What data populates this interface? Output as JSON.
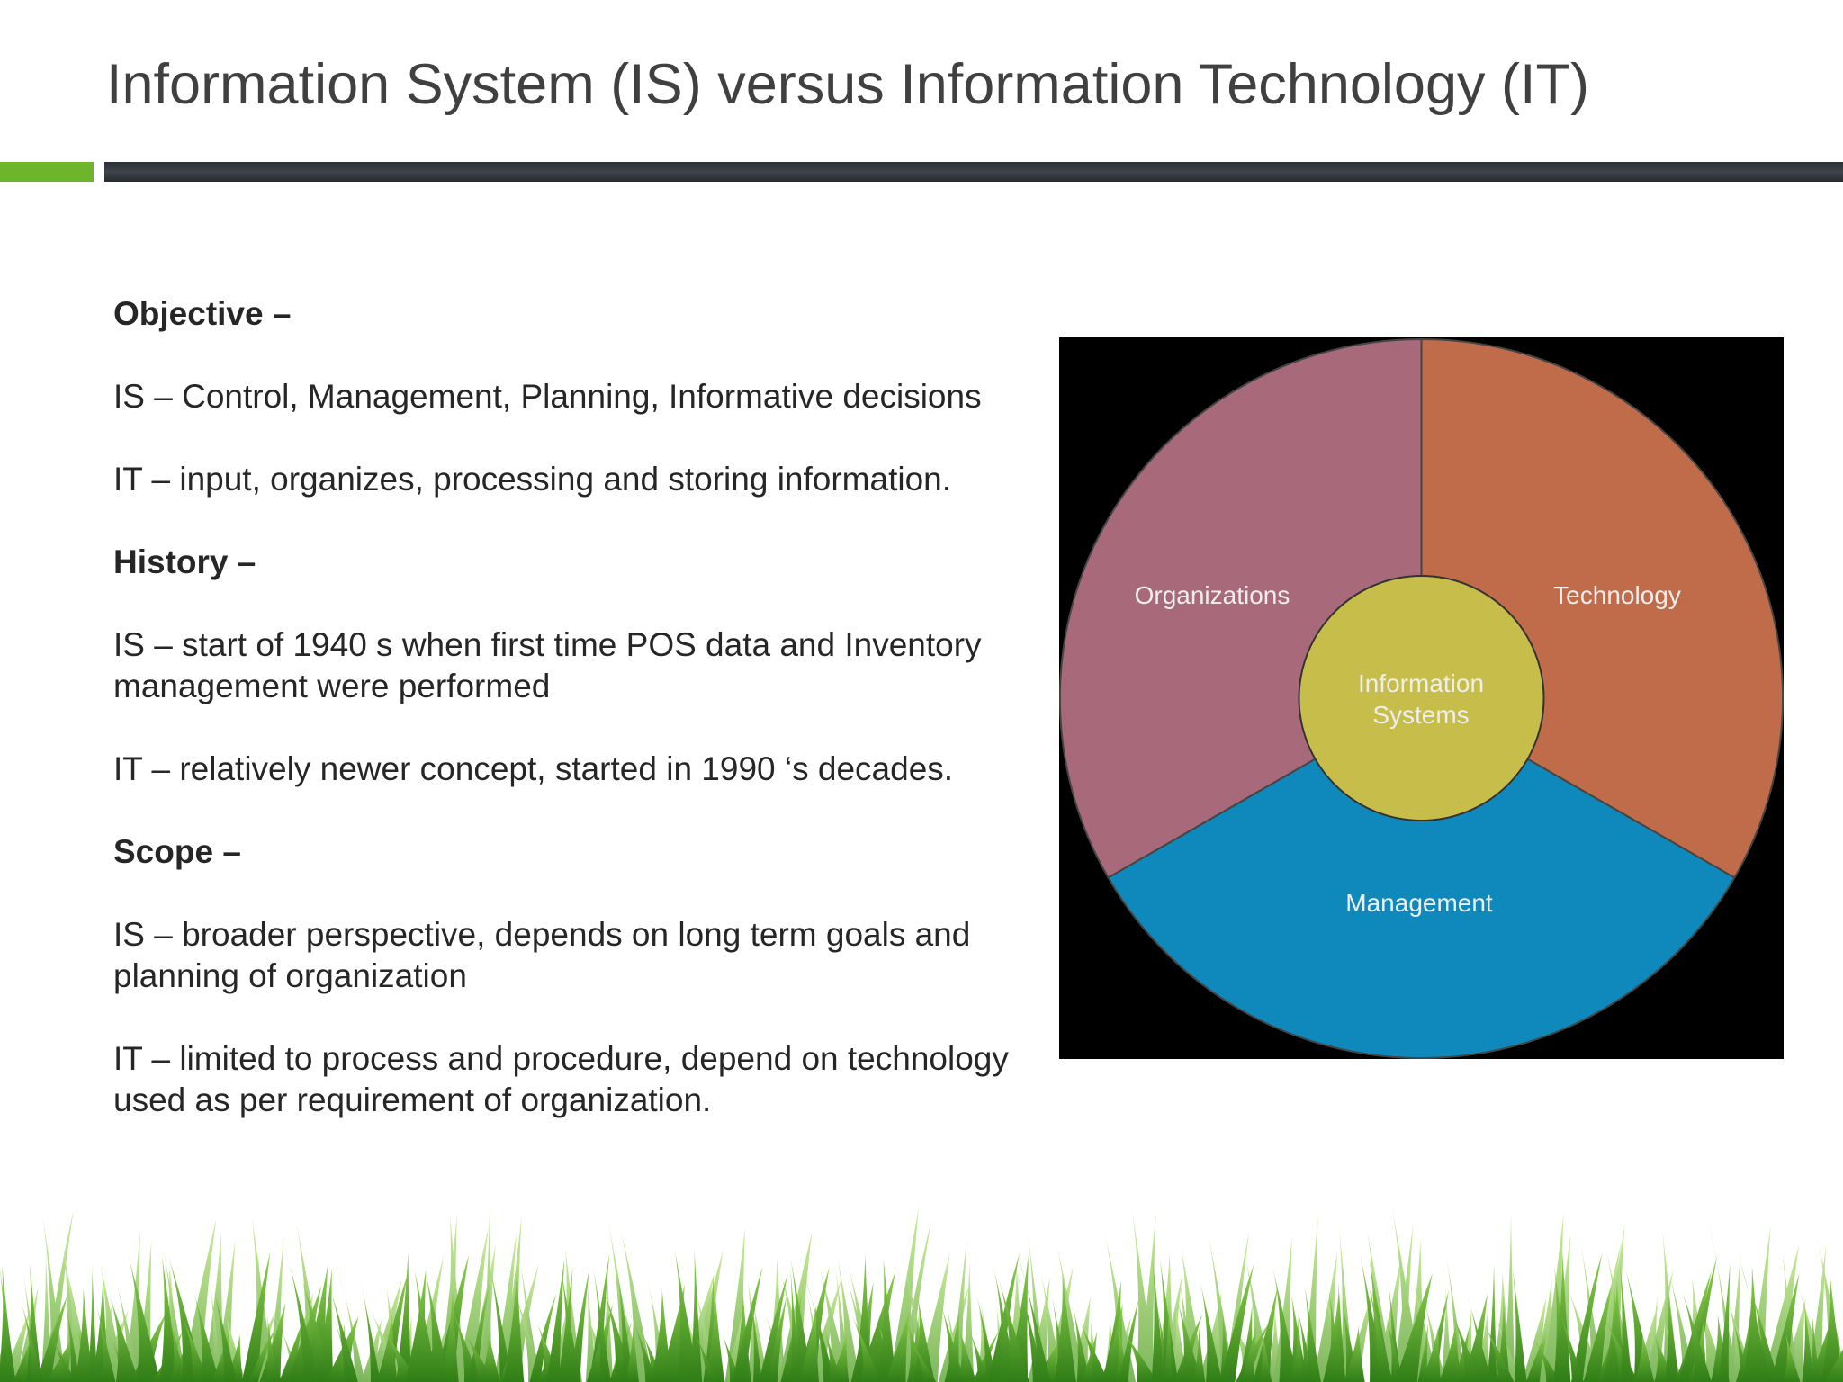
{
  "slide": {
    "title": "Information System (IS) versus Information Technology (IT)"
  },
  "content": {
    "sections": [
      {
        "heading": "Objective –",
        "items": [
          "IS – Control, Management, Planning, Informative decisions",
          "IT – input, organizes, processing and storing information."
        ]
      },
      {
        "heading": "History –",
        "items": [
          "IS – start of 1940 s when first time POS data and Inventory management were performed",
          "IT – relatively newer concept, started in 1990 ‘s decades."
        ]
      },
      {
        "heading": "Scope –",
        "items": [
          "IS – broader perspective, depends on long term goals and planning of organization",
          "IT – limited to process and procedure, depend on technology used as per requirement of organization."
        ]
      }
    ]
  },
  "diagram": {
    "center_line1": "Information",
    "center_line2": "Systems",
    "segments": [
      {
        "label": "Organizations",
        "color": "#a8697a"
      },
      {
        "label": "Technology",
        "color": "#c06b4a"
      },
      {
        "label": "Management",
        "color": "#0f89bb"
      }
    ],
    "center_color": "#c7bd4b",
    "background_color": "#000000"
  },
  "colors": {
    "accent_green": "#6db62c",
    "accent_dark": "#353a40",
    "title_text": "#404040",
    "body_text": "#262626"
  }
}
